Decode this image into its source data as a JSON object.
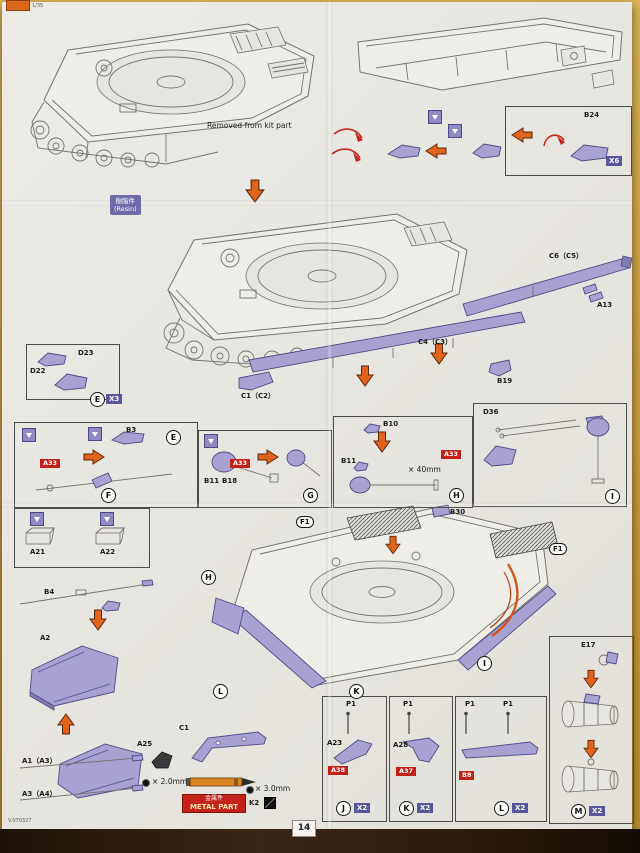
{
  "page": {
    "header": "1/35",
    "version": "V.070327",
    "number": "14"
  },
  "colors": {
    "part_purple": "#a7a2d2",
    "arrow_orange": "#e2641c",
    "label_red": "#c32017"
  },
  "annotations": {
    "removed_from_kit": "Removed from kit part",
    "resin_cn": "樹脂件",
    "resin_en": "(Resin)",
    "metal_cn": "金属件",
    "metal_en": "METAL PART",
    "dia20": "× 2.0mm",
    "dia30": "× 3.0mm",
    "len40": "× 40mm"
  },
  "quantities": {
    "x2": "X2",
    "x3": "X3",
    "x6": "X6"
  },
  "steps": {
    "e": "E",
    "f": "F",
    "g": "G",
    "h": "H",
    "i": "I",
    "j": "J",
    "k": "K",
    "l": "L",
    "m": "M"
  },
  "parts": {
    "b24": "B24",
    "d23": "D23",
    "d22": "D22",
    "c6c5": "C6（C5）",
    "c4c3": "C4（C3）",
    "c1c2": "C1（C2）",
    "a13": "A13",
    "b19": "B19",
    "b3": "B3",
    "a33": "A33",
    "b11": "B11",
    "b18": "B18",
    "b10": "B10",
    "d36": "D36",
    "f1": "F1",
    "b30": "B30",
    "a21": "A21",
    "a22": "A22",
    "b4": "B4",
    "a2": "A2",
    "a1a3": "A1（A3）",
    "a3a4": "A3（A4）",
    "a25": "A25",
    "c1": "C1",
    "k2": "K2",
    "p1": "P1",
    "a23": "A23",
    "a38": "A38",
    "a28": "A28",
    "a37": "A37",
    "b8": "B8",
    "e17": "E17"
  }
}
